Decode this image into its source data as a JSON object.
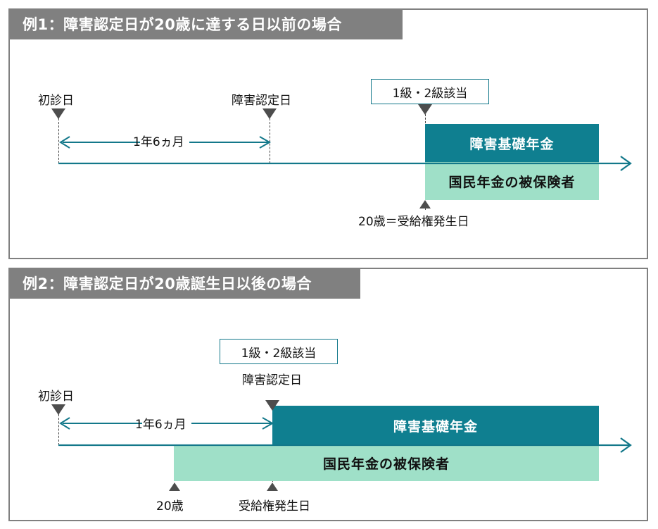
{
  "diagram": {
    "colors": {
      "title_bar_bg": "#808080",
      "title_text": "#ffffff",
      "bar_dark_teal": "#0f7f90",
      "bar_light_mint": "#9fe0c8",
      "timeline_line": "#13788a",
      "marker_gray": "#4d4d4d",
      "panel_border": "#808080",
      "box_border": "#13788a"
    },
    "panels": [
      {
        "id": "example-1",
        "title": "例1：障害認定日が20歳に達する日以前の場合",
        "grade_box": "1級・2級該当",
        "labels": {
          "first_visit": "初診日",
          "recognition_date": "障害認定日",
          "duration": "1年6ヵ月",
          "age20_entitlement": "20歳＝受給権発生日"
        },
        "bars": [
          {
            "name": "障害基礎年金",
            "kind": "dark"
          },
          {
            "name": "国民年金の被保険者",
            "kind": "mint"
          }
        ]
      },
      {
        "id": "example-2",
        "title": "例2：障害認定日が20歳誕生日以後の場合",
        "grade_box": "1級・2級該当",
        "labels": {
          "first_visit": "初診日",
          "recognition_date": "障害認定日",
          "duration": "1年6ヵ月",
          "age20": "20歳",
          "entitlement_date": "受給権発生日"
        },
        "bars": [
          {
            "name": "障害基礎年金",
            "kind": "dark"
          },
          {
            "name": "国民年金の被保険者",
            "kind": "mint"
          }
        ]
      }
    ]
  }
}
